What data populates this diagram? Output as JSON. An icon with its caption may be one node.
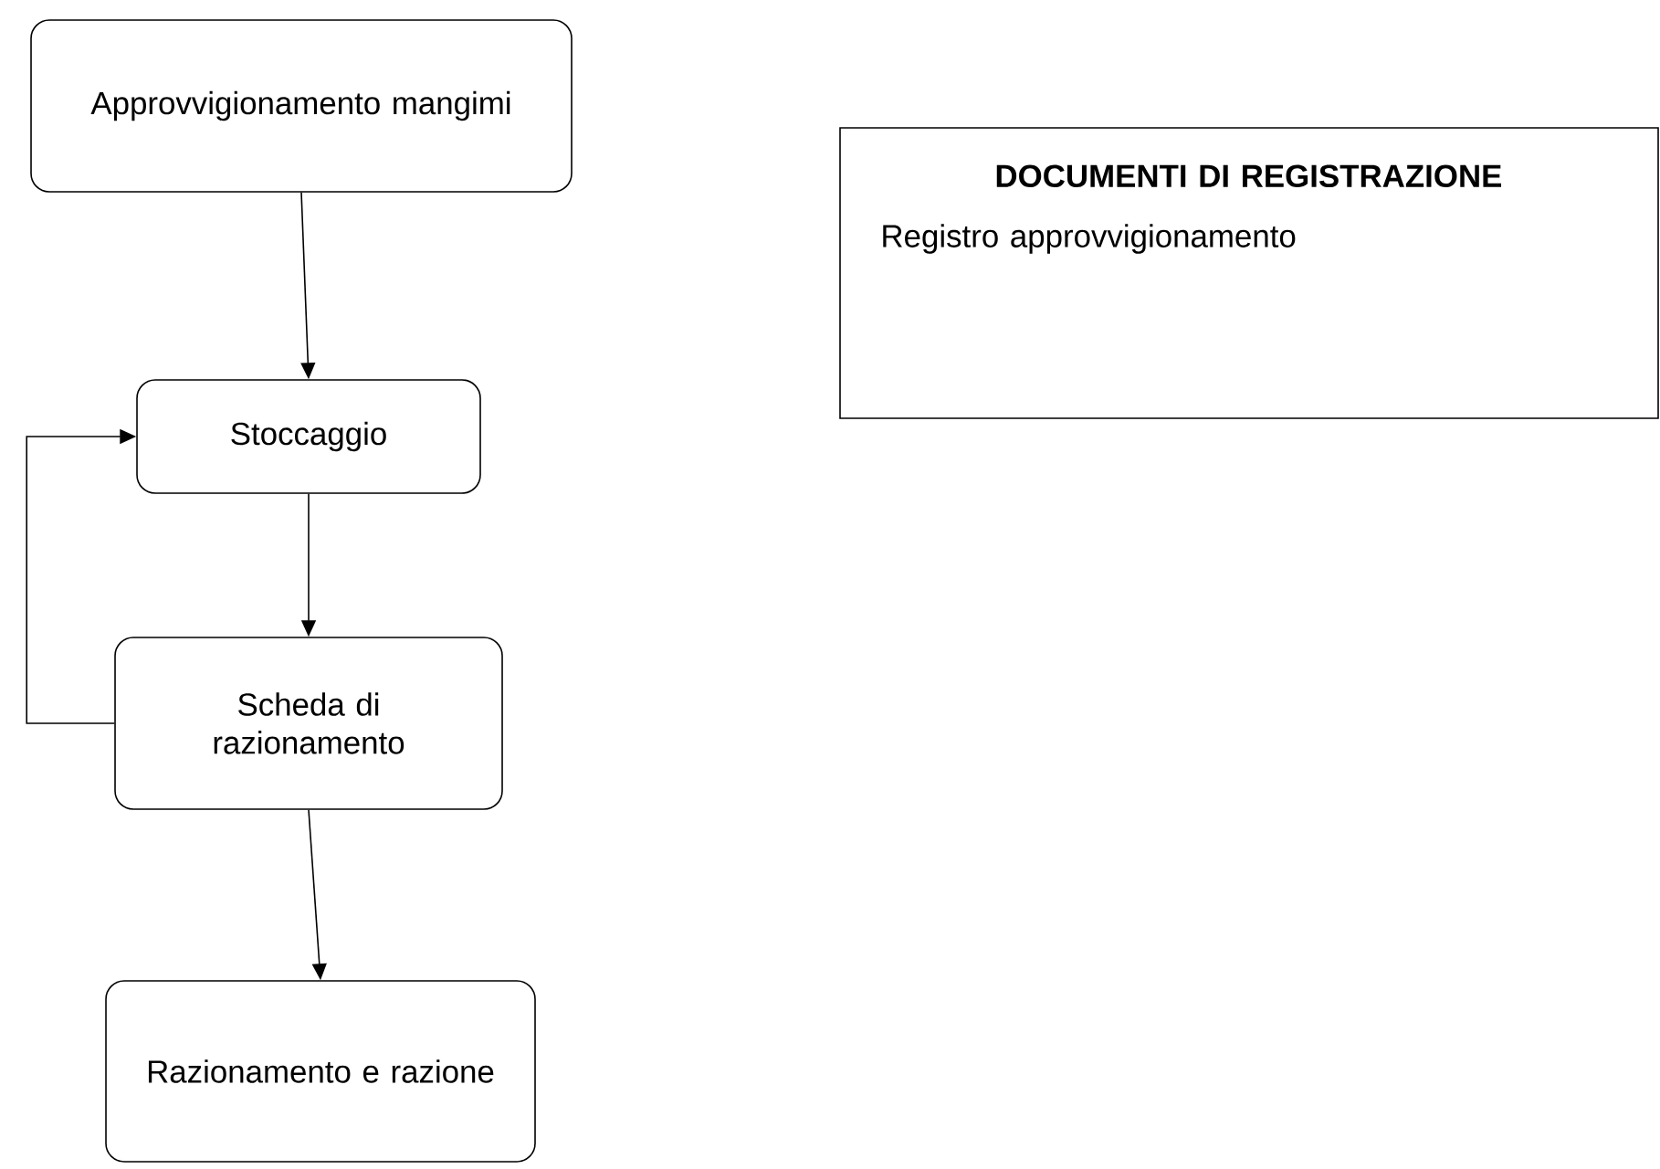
{
  "diagram": {
    "nodes": [
      {
        "text": [
          "Approvvigionamento mangimi"
        ]
      },
      {
        "text": [
          "Stoccaggio"
        ]
      },
      {
        "text": [
          "Scheda di razionamento"
        ]
      },
      {
        "text": [
          "Razionamento e razione"
        ]
      },
      {
        "text": [
          "DOCUMENTI DI REGISTRAZIONE",
          "Registro approvvigionamento"
        ]
      }
    ],
    "edges": [
      {
        "from": 0,
        "to": 1,
        "arrow": "to"
      },
      {
        "from": 1,
        "to": 2,
        "arrow": "to"
      },
      {
        "from": 2,
        "to": 3,
        "arrow": "to"
      },
      {
        "from": 2,
        "to": 1,
        "arrow": "to"
      }
    ]
  }
}
